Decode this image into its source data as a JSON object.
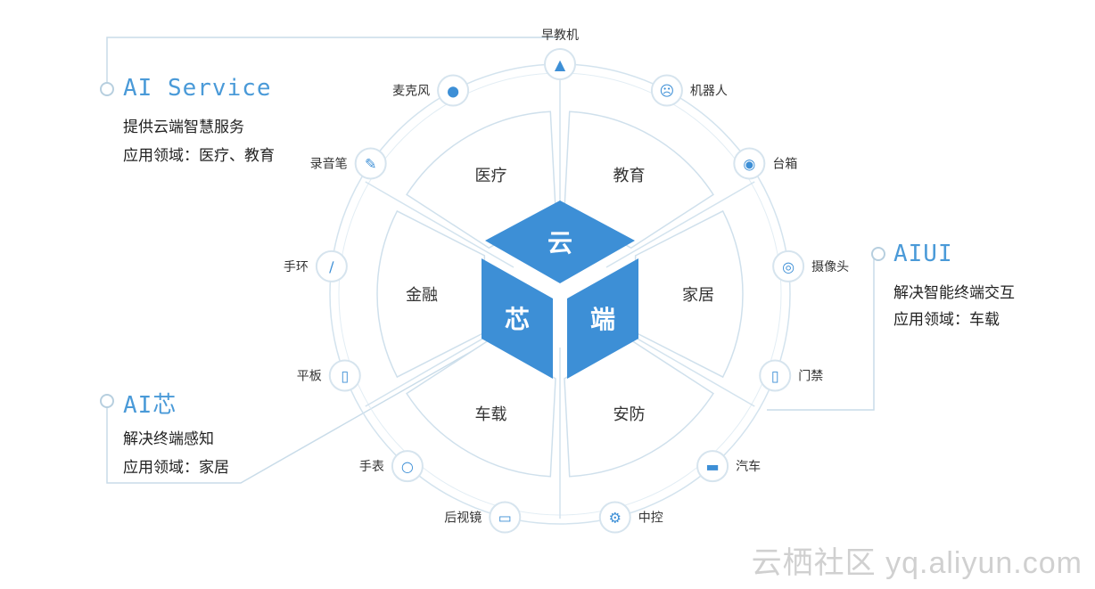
{
  "core": {
    "top": "云",
    "left": "芯",
    "right": "端"
  },
  "sectors": [
    "教育",
    "家居",
    "安防",
    "车载",
    "金融",
    "医疗"
  ],
  "devices": [
    {
      "label": "早教机",
      "icon": "rocket-icon"
    },
    {
      "label": "机器人",
      "icon": "robot-icon"
    },
    {
      "label": "台箱",
      "icon": "speaker-icon"
    },
    {
      "label": "摄像头",
      "icon": "camera-icon"
    },
    {
      "label": "门禁",
      "icon": "door-icon"
    },
    {
      "label": "汽车",
      "icon": "car-icon"
    },
    {
      "label": "中控",
      "icon": "gear-icon"
    },
    {
      "label": "后视镜",
      "icon": "rearview-mirror-icon"
    },
    {
      "label": "手表",
      "icon": "watch-icon"
    },
    {
      "label": "平板",
      "icon": "tablet-icon"
    },
    {
      "label": "手环",
      "icon": "wristband-icon"
    },
    {
      "label": "录音笔",
      "icon": "pen-icon"
    },
    {
      "label": "麦克风",
      "icon": "microphone-icon"
    }
  ],
  "blocks": {
    "ai_service": {
      "title": "AI Service",
      "line1": "提供云端智慧服务",
      "line2": "应用领域：医疗、教育"
    },
    "aiui": {
      "title": "AIUI",
      "line1": "解决智能终端交互",
      "line2": "应用领域：车载"
    },
    "ai_chip": {
      "title": "AI芯",
      "line1": "解决终端感知",
      "line2": "应用领域：家居"
    }
  },
  "watermark": "云栖社区 yq.aliyun.com",
  "colors": {
    "accent": "#3d8fd6",
    "line": "#c9dce9",
    "text": "#222222"
  }
}
